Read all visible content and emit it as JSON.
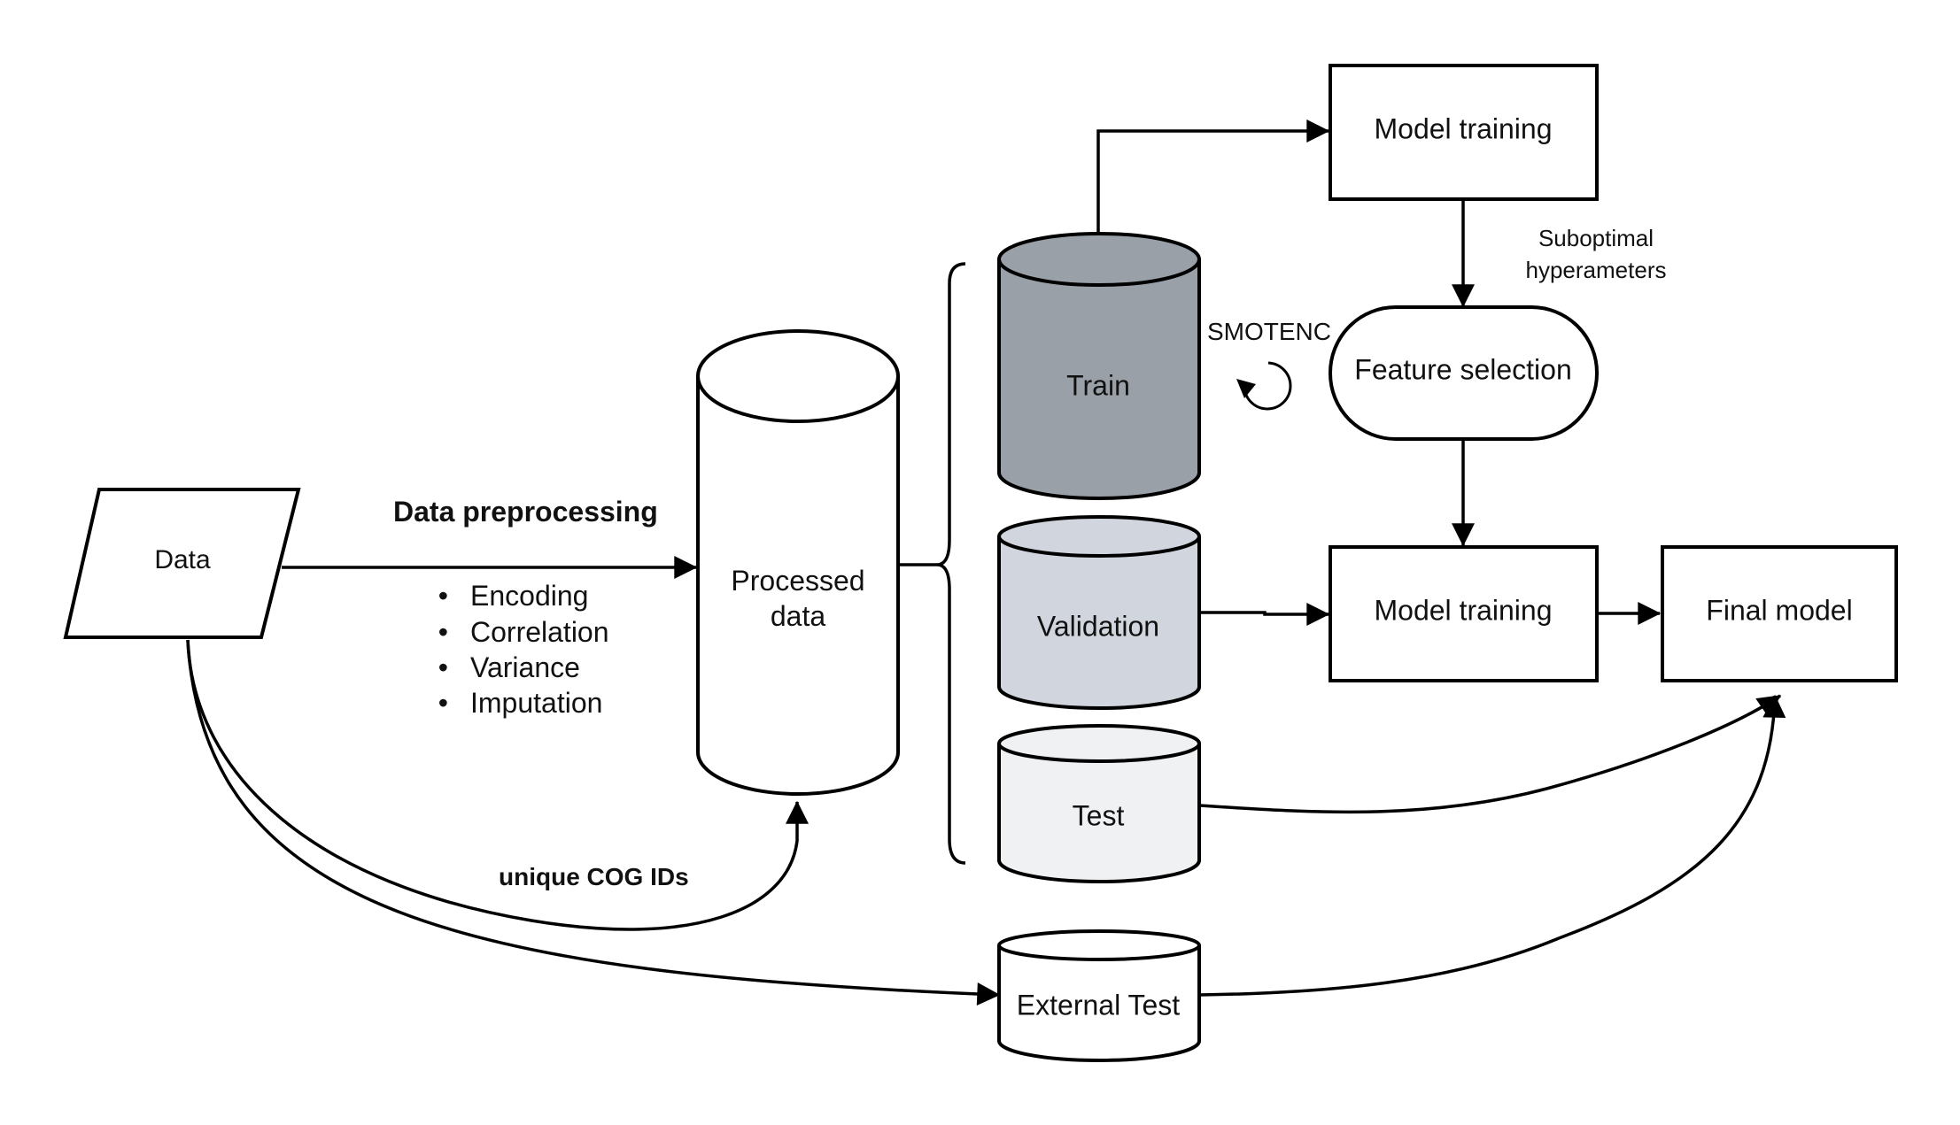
{
  "nodes": {
    "data": "Data",
    "processed_data": [
      "Processed",
      "data"
    ],
    "train": "Train",
    "validation": "Validation",
    "test": "Test",
    "external_test": "External Test",
    "model_training_top": "Model training",
    "feature_selection": "Feature selection",
    "model_training_bottom": "Model training",
    "final_model": "Final model"
  },
  "colors": {
    "train": "#9aa0a8",
    "validation": "#d1d6de",
    "test": "#eff1f3",
    "external_test": "#ffffff"
  },
  "labels": {
    "data_preprocessing": "Data preprocessing",
    "preprocessing_steps": [
      "Encoding",
      "Correlation",
      "Variance",
      "Imputation"
    ],
    "bullet": "•",
    "unique_cog_ids": "unique COG IDs",
    "smotenc": "SMOTENC",
    "suboptimal": [
      "Suboptimal",
      "hyperameters"
    ]
  }
}
